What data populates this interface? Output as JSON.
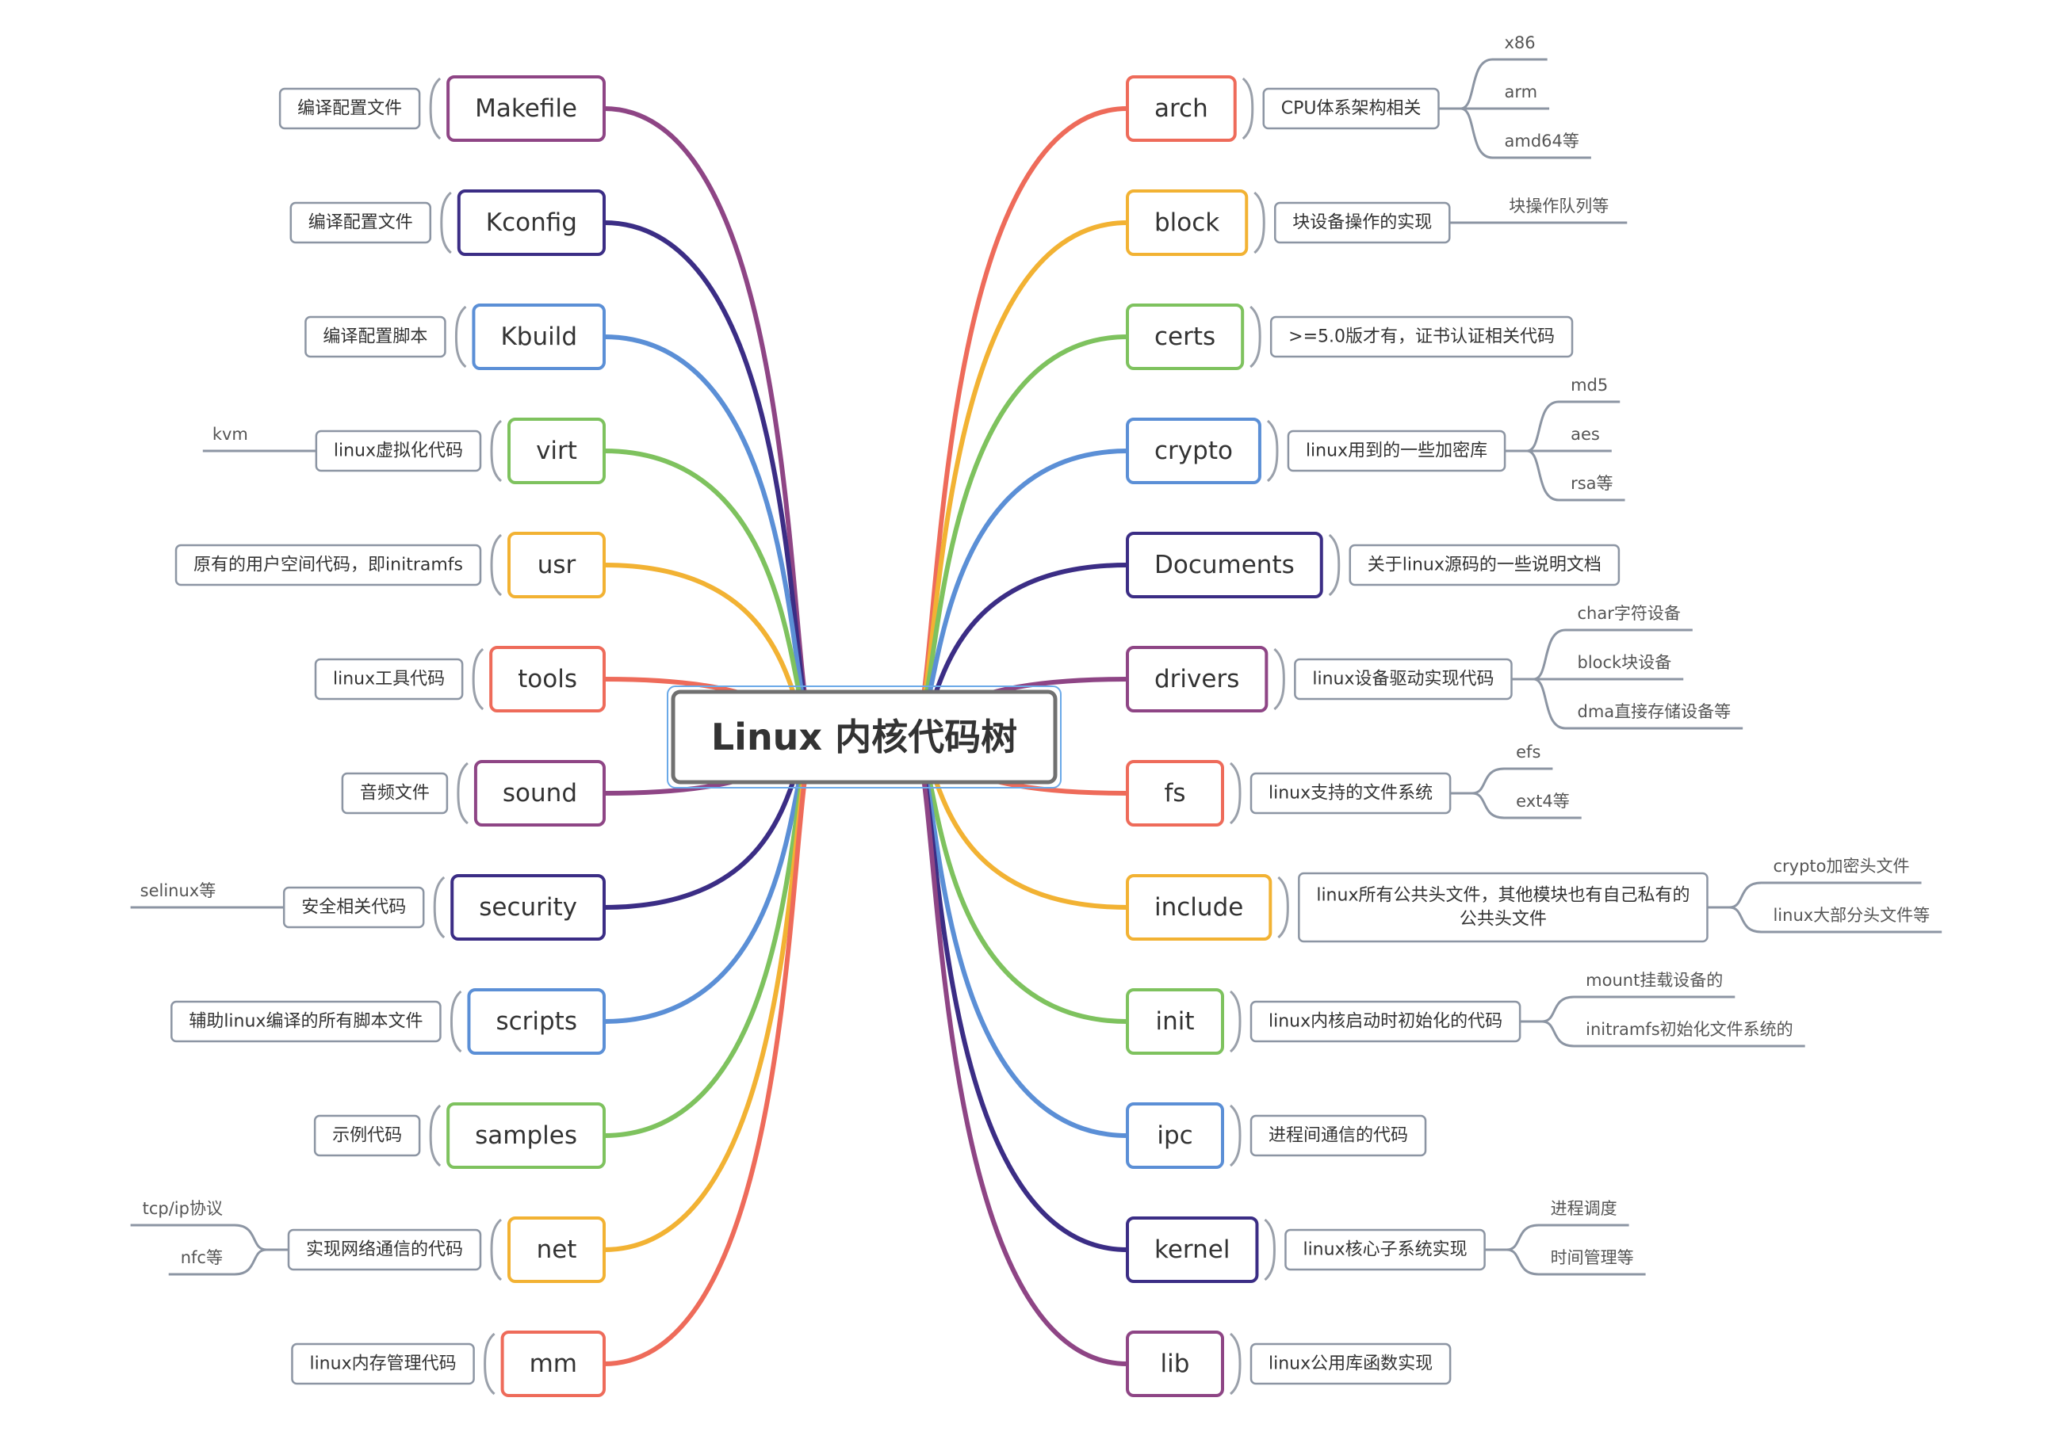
{
  "root": {
    "label": "Linux 内核代码树"
  },
  "left": [
    {
      "name": "Makefile",
      "color": "#8e4585",
      "desc": [
        "编译配置文件"
      ],
      "leaves": []
    },
    {
      "name": "Kconfig",
      "color": "#3b2d85",
      "desc": [
        "编译配置文件"
      ],
      "leaves": []
    },
    {
      "name": "Kbuild",
      "color": "#5b8fd6",
      "desc": [
        "编译配置脚本"
      ],
      "leaves": []
    },
    {
      "name": "virt",
      "color": "#7ec25e",
      "desc": [
        "linux虚拟化代码"
      ],
      "leaves": [
        "kvm"
      ]
    },
    {
      "name": "usr",
      "color": "#f2b233",
      "desc": [
        "原有的用户空间代码，即initramfs"
      ],
      "leaves": []
    },
    {
      "name": "tools",
      "color": "#ee6b5a",
      "desc": [
        "linux工具代码"
      ],
      "leaves": []
    },
    {
      "name": "sound",
      "color": "#8e4585",
      "desc": [
        "音频文件"
      ],
      "leaves": []
    },
    {
      "name": "security",
      "color": "#3b2d85",
      "desc": [
        "安全相关代码"
      ],
      "leaves": [
        "selinux等"
      ]
    },
    {
      "name": "scripts",
      "color": "#5b8fd6",
      "desc": [
        "辅助linux编译的所有脚本文件"
      ],
      "leaves": []
    },
    {
      "name": "samples",
      "color": "#7ec25e",
      "desc": [
        "示例代码"
      ],
      "leaves": []
    },
    {
      "name": "net",
      "color": "#f2b233",
      "desc": [
        "实现网络通信的代码"
      ],
      "leaves": [
        "tcp/ip协议",
        "nfc等"
      ]
    },
    {
      "name": "mm",
      "color": "#ee6b5a",
      "desc": [
        "linux内存管理代码"
      ],
      "leaves": []
    }
  ],
  "right": [
    {
      "name": "arch",
      "color": "#ee6b5a",
      "desc": [
        "CPU体系架构相关"
      ],
      "leaves": [
        "x86",
        "arm",
        "amd64等"
      ]
    },
    {
      "name": "block",
      "color": "#f2b233",
      "desc": [
        "块设备操作的实现"
      ],
      "leaves": [
        "块操作队列等"
      ]
    },
    {
      "name": "certs",
      "color": "#7ec25e",
      "desc": [
        ">=5.0版才有，证书认证相关代码"
      ],
      "leaves": []
    },
    {
      "name": "crypto",
      "color": "#5b8fd6",
      "desc": [
        "linux用到的一些加密库"
      ],
      "leaves": [
        "md5",
        "aes",
        "rsa等"
      ]
    },
    {
      "name": "Documents",
      "color": "#3b2d85",
      "desc": [
        "关于linux源码的一些说明文档"
      ],
      "leaves": []
    },
    {
      "name": "drivers",
      "color": "#8e4585",
      "desc": [
        "linux设备驱动实现代码"
      ],
      "leaves": [
        "char字符设备",
        "block块设备",
        "dma直接存储设备等"
      ]
    },
    {
      "name": "fs",
      "color": "#ee6b5a",
      "desc": [
        "linux支持的文件系统"
      ],
      "leaves": [
        "efs",
        "ext4等"
      ]
    },
    {
      "name": "include",
      "color": "#f2b233",
      "desc": [
        "linux所有公共头文件，其他模块也有自己私有的",
        "公共头文件"
      ],
      "leaves": [
        "crypto加密头文件",
        "linux大部分头文件等"
      ]
    },
    {
      "name": "init",
      "color": "#7ec25e",
      "desc": [
        "linux内核启动时初始化的代码"
      ],
      "leaves": [
        "mount挂载设备的",
        "initramfs初始化文件系统的"
      ]
    },
    {
      "name": "ipc",
      "color": "#5b8fd6",
      "desc": [
        "进程间通信的代码"
      ],
      "leaves": []
    },
    {
      "name": "kernel",
      "color": "#3b2d85",
      "desc": [
        "linux核心子系统实现"
      ],
      "leaves": [
        "进程调度",
        "时间管理等"
      ]
    },
    {
      "name": "lib",
      "color": "#8e4585",
      "desc": [
        "linux公用库函数实现"
      ],
      "leaves": []
    }
  ]
}
